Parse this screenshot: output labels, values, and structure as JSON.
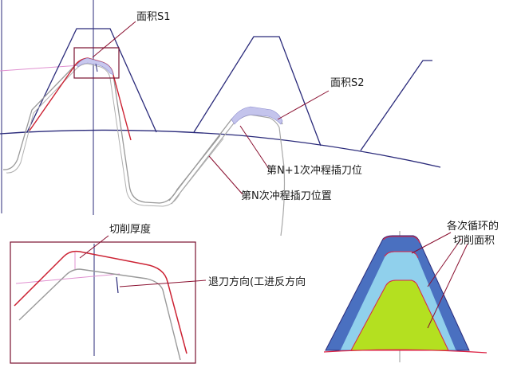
{
  "labels": {
    "area_s1": "面积S1",
    "area_s2": "面积S2",
    "stroke_n1": "第N+1次冲程插刀位",
    "stroke_n": "第N次冲程插刀位置",
    "cut_thickness": "切削厚度",
    "retract_dir": "退刀方向(工进反方向",
    "cycle_area_line1": "各次循环的",
    "cycle_area_line2": "切削面积"
  },
  "colors": {
    "navy": "#2a2a7a",
    "red": "#cc2233",
    "gray": "#999999",
    "pink": "#e090d0",
    "leader": "#8a1030",
    "frame": "#7a1030",
    "band_dark": "#4a70c0",
    "band_light": "#90d0ec",
    "core_green": "#b4e020"
  }
}
